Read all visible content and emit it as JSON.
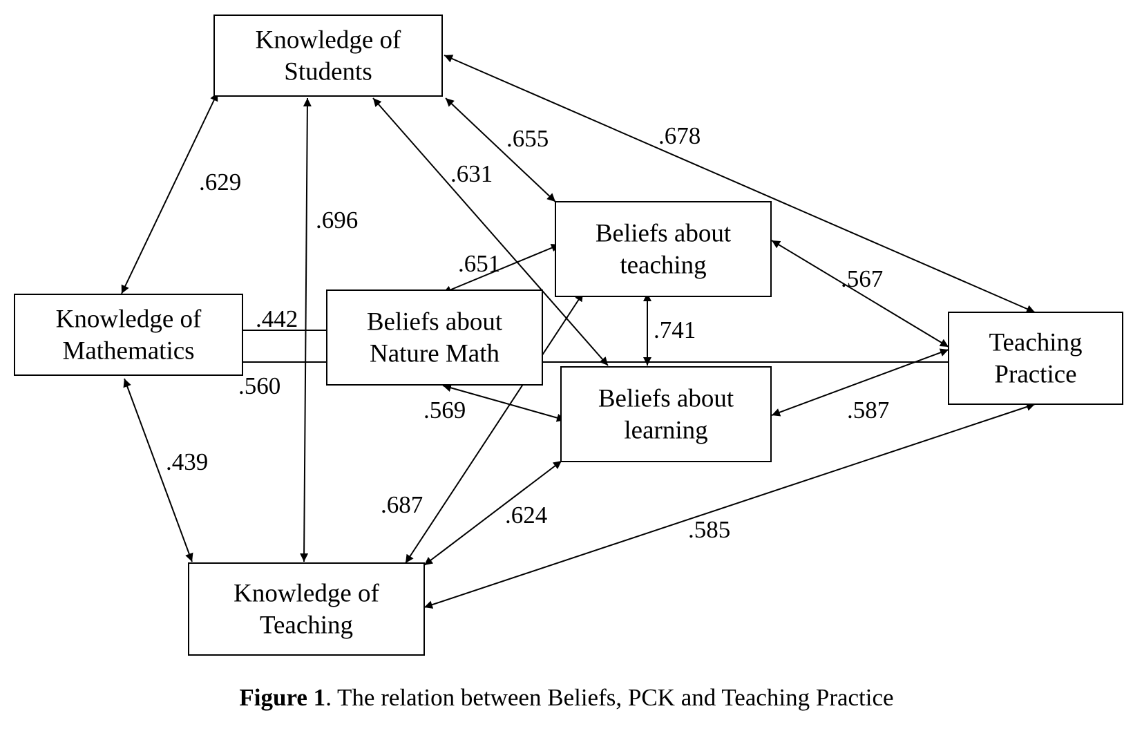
{
  "nodes": [
    {
      "id": "students",
      "lines": [
        "Knowledge of",
        "Students"
      ]
    },
    {
      "id": "math",
      "lines": [
        "Knowledge of",
        "Mathematics"
      ]
    },
    {
      "id": "nature",
      "lines": [
        "Beliefs about",
        "Nature Math"
      ]
    },
    {
      "id": "bteach",
      "lines": [
        "Beliefs about",
        "teaching"
      ]
    },
    {
      "id": "blearn",
      "lines": [
        "Beliefs about",
        "learning"
      ]
    },
    {
      "id": "practice",
      "lines": [
        "Teaching",
        "Practice"
      ]
    },
    {
      "id": "kteach",
      "lines": [
        "Knowledge of",
        "Teaching"
      ]
    }
  ],
  "edges": [
    {
      "from": "students",
      "to": "math",
      "label": ".629"
    },
    {
      "from": "students",
      "to": "kteach",
      "label": ".696"
    },
    {
      "from": "students",
      "to": "blearn",
      "label": ".631"
    },
    {
      "from": "students",
      "to": "bteach",
      "label": ".655"
    },
    {
      "from": "students",
      "to": "practice",
      "label": ".678"
    },
    {
      "from": "math",
      "to": "nature",
      "label": ".442"
    },
    {
      "from": "math",
      "to": "practice",
      "label": ".560"
    },
    {
      "from": "math",
      "to": "kteach",
      "label": ".439"
    },
    {
      "from": "nature",
      "to": "bteach",
      "label": ".651"
    },
    {
      "from": "nature",
      "to": "blearn",
      "label": ".569"
    },
    {
      "from": "bteach",
      "to": "blearn",
      "label": ".741"
    },
    {
      "from": "bteach",
      "to": "practice",
      "label": ".567"
    },
    {
      "from": "bteach",
      "to": "kteach",
      "label": ".687"
    },
    {
      "from": "blearn",
      "to": "practice",
      "label": ".587"
    },
    {
      "from": "blearn",
      "to": "kteach",
      "label": ".624"
    },
    {
      "from": "practice",
      "to": "kteach",
      "label": ".585"
    }
  ],
  "caption": {
    "bold": "Figure 1",
    "rest": ". The relation between Beliefs, PCK and Teaching Practice"
  }
}
